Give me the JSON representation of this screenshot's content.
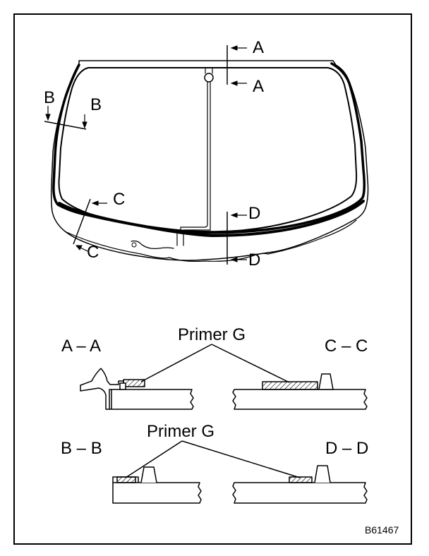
{
  "figure_code": "B61467",
  "callouts": {
    "a_top": "A",
    "a_bottom": "A",
    "b_left": "B",
    "b_right": "B",
    "c_top": "C",
    "c_bottom": "C",
    "d_top": "D",
    "d_bottom": "D"
  },
  "sections": {
    "aa": "A – A",
    "bb": "B – B",
    "cc": "C – C",
    "dd": "D – D"
  },
  "primer_labels": {
    "upper": "Primer G",
    "lower": "Primer G"
  }
}
